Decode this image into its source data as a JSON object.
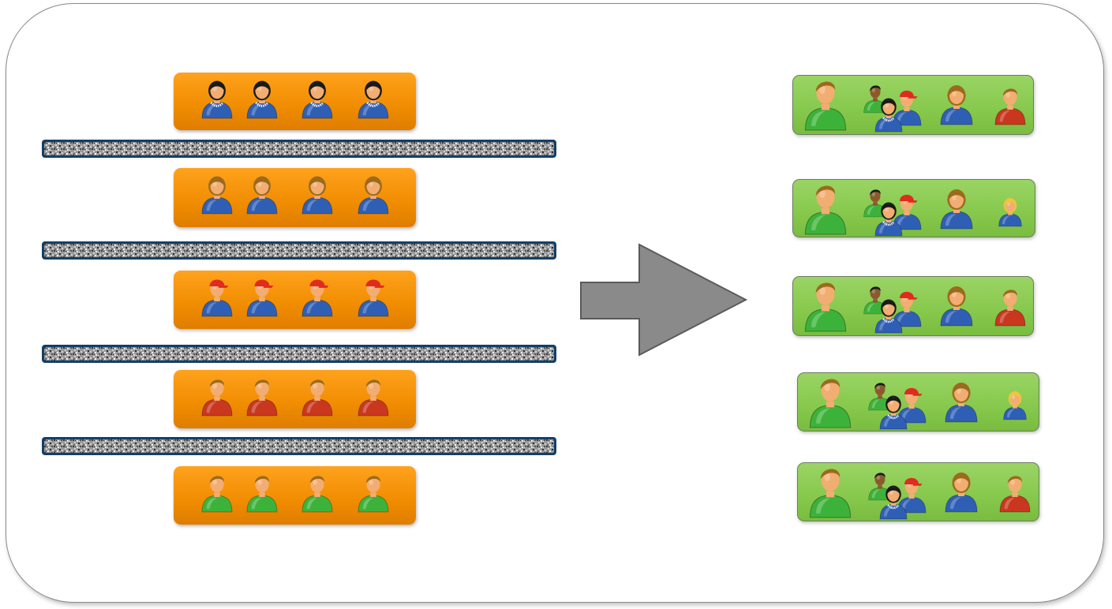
{
  "colors": {
    "orange_group": "#f39200",
    "green_group": "#8cc94f",
    "separator_border": "#123f6a",
    "arrow_fill": "#8a8a8a",
    "person_blue": "#2f5fb5",
    "person_red": "#c9371f",
    "person_green": "#3db23a",
    "hair_black": "#1a1a1a",
    "hair_brown": "#9b6a1c",
    "hair_blond": "#f0c53a",
    "cap_red": "#e02b1e",
    "skin": "#f2ad72"
  },
  "left_groups": [
    {
      "kind": "woman-dark",
      "count": 4
    },
    {
      "kind": "woman-brown",
      "count": 4
    },
    {
      "kind": "cap-boy",
      "count": 4
    },
    {
      "kind": "man-red",
      "count": 4
    },
    {
      "kind": "boy-green",
      "count": 4
    }
  ],
  "separators": 4,
  "arrow": "right-arrow",
  "right_groups": [
    {
      "members": [
        "man-green",
        "family-cluster",
        "woman-brown",
        "man-red"
      ]
    },
    {
      "members": [
        "man-green",
        "family-cluster",
        "woman-brown",
        "girl-blond"
      ]
    },
    {
      "members": [
        "man-green",
        "family-cluster",
        "woman-brown",
        "man-red"
      ]
    },
    {
      "members": [
        "man-green",
        "family-cluster",
        "woman-brown",
        "girl-blond"
      ]
    },
    {
      "members": [
        "man-green",
        "family-cluster",
        "woman-brown",
        "man-red"
      ]
    }
  ]
}
